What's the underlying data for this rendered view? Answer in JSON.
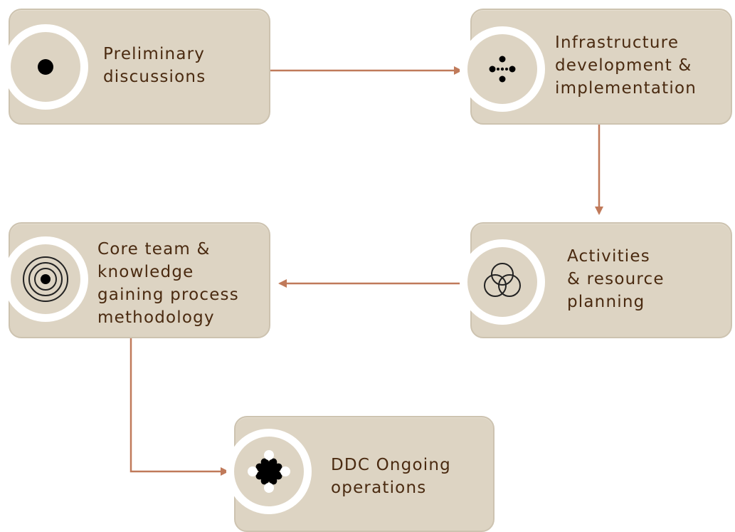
{
  "diagram": {
    "colors": {
      "box_fill": "#ddd4c3",
      "box_border": "#cdc3b0",
      "ring": "#ffffff",
      "arrow": "#c07a5a",
      "text": "#4a2a10",
      "icon": "#000000"
    },
    "steps": [
      {
        "id": "preliminary",
        "icon": "dot-icon",
        "lines": [
          "Preliminary",
          "discussions"
        ]
      },
      {
        "id": "infrastructure",
        "icon": "four-dots-icon",
        "lines": [
          "Infrastructure",
          "development &",
          "implementation"
        ]
      },
      {
        "id": "activities",
        "icon": "three-circles-icon",
        "lines": [
          "Activities",
          "& resource",
          "planning"
        ]
      },
      {
        "id": "core-team",
        "icon": "concentric-circles-icon",
        "lines": [
          "Core team &",
          "knowledge",
          "gaining process",
          "methodology"
        ]
      },
      {
        "id": "ddc",
        "icon": "cross-shape-icon",
        "lines": [
          "DDC Ongoing",
          "operations"
        ]
      }
    ],
    "connections": [
      {
        "from": "preliminary",
        "to": "infrastructure"
      },
      {
        "from": "infrastructure",
        "to": "activities"
      },
      {
        "from": "activities",
        "to": "core-team"
      },
      {
        "from": "core-team",
        "to": "ddc"
      }
    ]
  }
}
